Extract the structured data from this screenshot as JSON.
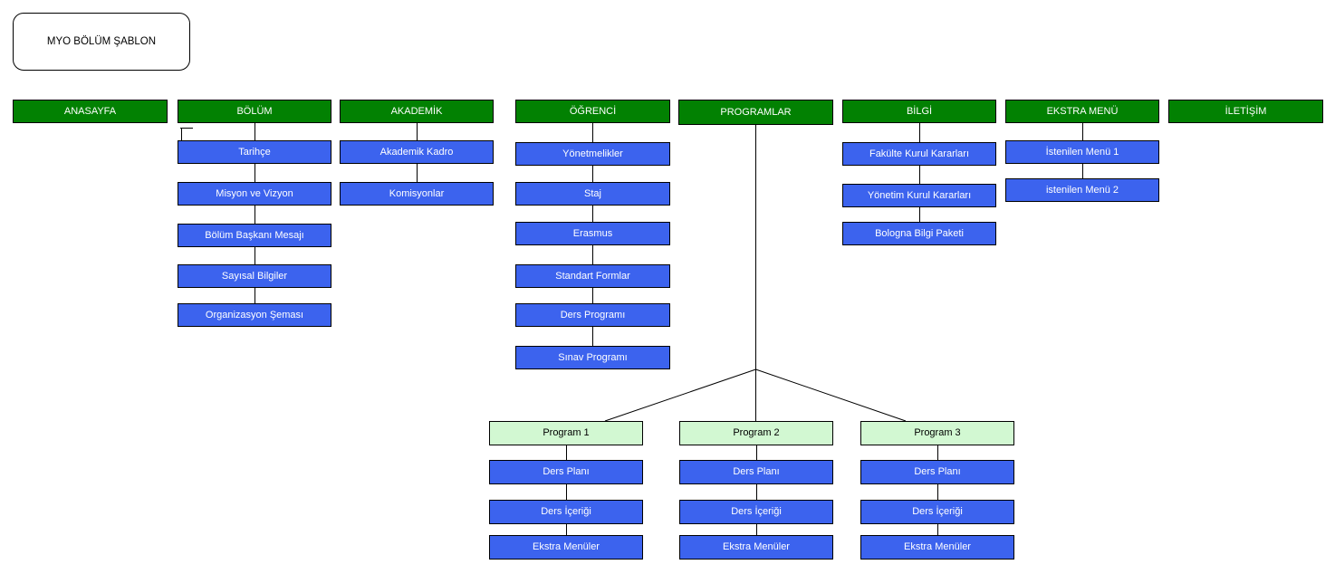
{
  "title_box": {
    "label": "MYO BÖLÜM ŞABLON"
  },
  "colors": {
    "menu_green": "#028102",
    "item_blue": "#3C63EE",
    "program_green": "#D2F8D2",
    "connector": "#000000"
  },
  "menus": [
    {
      "label": "ANASAYFA",
      "children": []
    },
    {
      "label": "BÖLÜM",
      "children": [
        "Tarihçe",
        "Misyon ve Vizyon",
        "Bölüm Başkanı Mesajı",
        "Sayısal Bilgiler",
        "Organizasyon Şeması"
      ]
    },
    {
      "label": "AKADEMİK",
      "children": [
        "Akademik Kadro",
        "Komisyonlar"
      ]
    },
    {
      "label": "ÖĞRENCİ",
      "children": [
        "Yönetmelikler",
        "Staj",
        "Erasmus",
        "Standart Formlar",
        "Ders Programı",
        "Sınav Programı"
      ]
    },
    {
      "label": "PROGRAMLAR",
      "children": []
    },
    {
      "label": "BİLGİ",
      "children": [
        "Fakülte Kurul Kararları",
        "Yönetim Kurul Kararları",
        "Bologna Bilgi Paketi"
      ]
    },
    {
      "label": "EKSTRA MENÜ",
      "children": [
        "İstenilen Menü 1",
        "istenilen Menü 2"
      ]
    },
    {
      "label": "İLETİŞİM",
      "children": []
    }
  ],
  "programs": [
    {
      "label": "Program 1",
      "children": [
        "Ders Planı",
        "Ders İçeriği",
        "Ekstra Menüler"
      ]
    },
    {
      "label": "Program 2",
      "children": [
        "Ders Planı",
        "Ders İçeriği",
        "Ekstra Menüler"
      ]
    },
    {
      "label": "Program 3",
      "children": [
        "Ders Planı",
        "Ders İçeriği",
        "Ekstra Menüler"
      ]
    }
  ]
}
